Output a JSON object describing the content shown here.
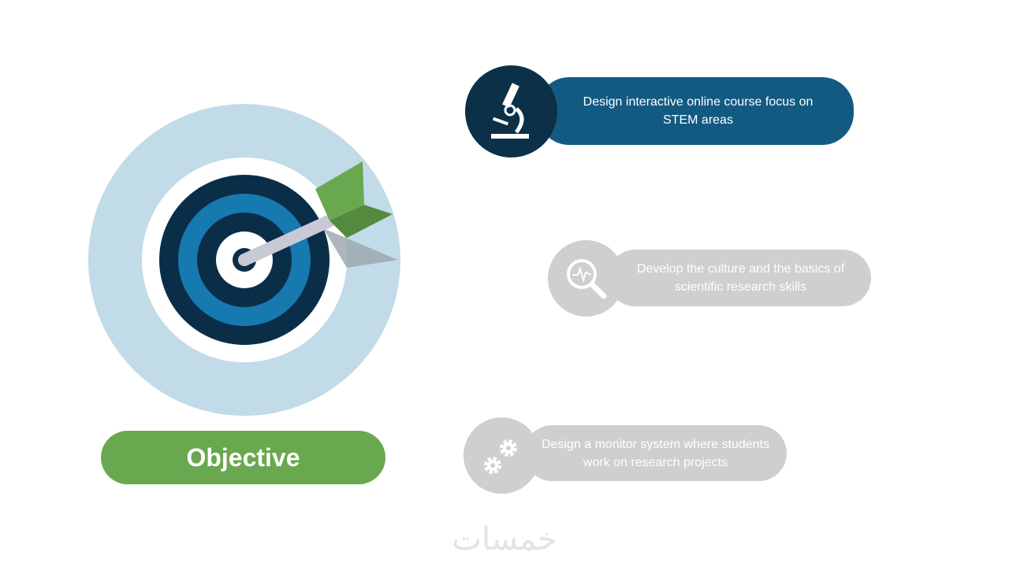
{
  "objective_label": "Objective",
  "items": [
    {
      "text": "Design interactive online course focus on STEM areas",
      "icon": "microscope-icon",
      "color": "#135a82",
      "icon_bg": "#0b3047"
    },
    {
      "text": "Develop the culture and the basics of scientific research skills",
      "icon": "magnifier-pulse-icon",
      "color": "#d0cecf",
      "icon_bg": "#d0cecf"
    },
    {
      "text": "Design a monitor system where students work on research projects",
      "icon": "gears-icon",
      "color": "#d0cecf",
      "icon_bg": "#d0cecf"
    }
  ],
  "watermark": "خمسات"
}
